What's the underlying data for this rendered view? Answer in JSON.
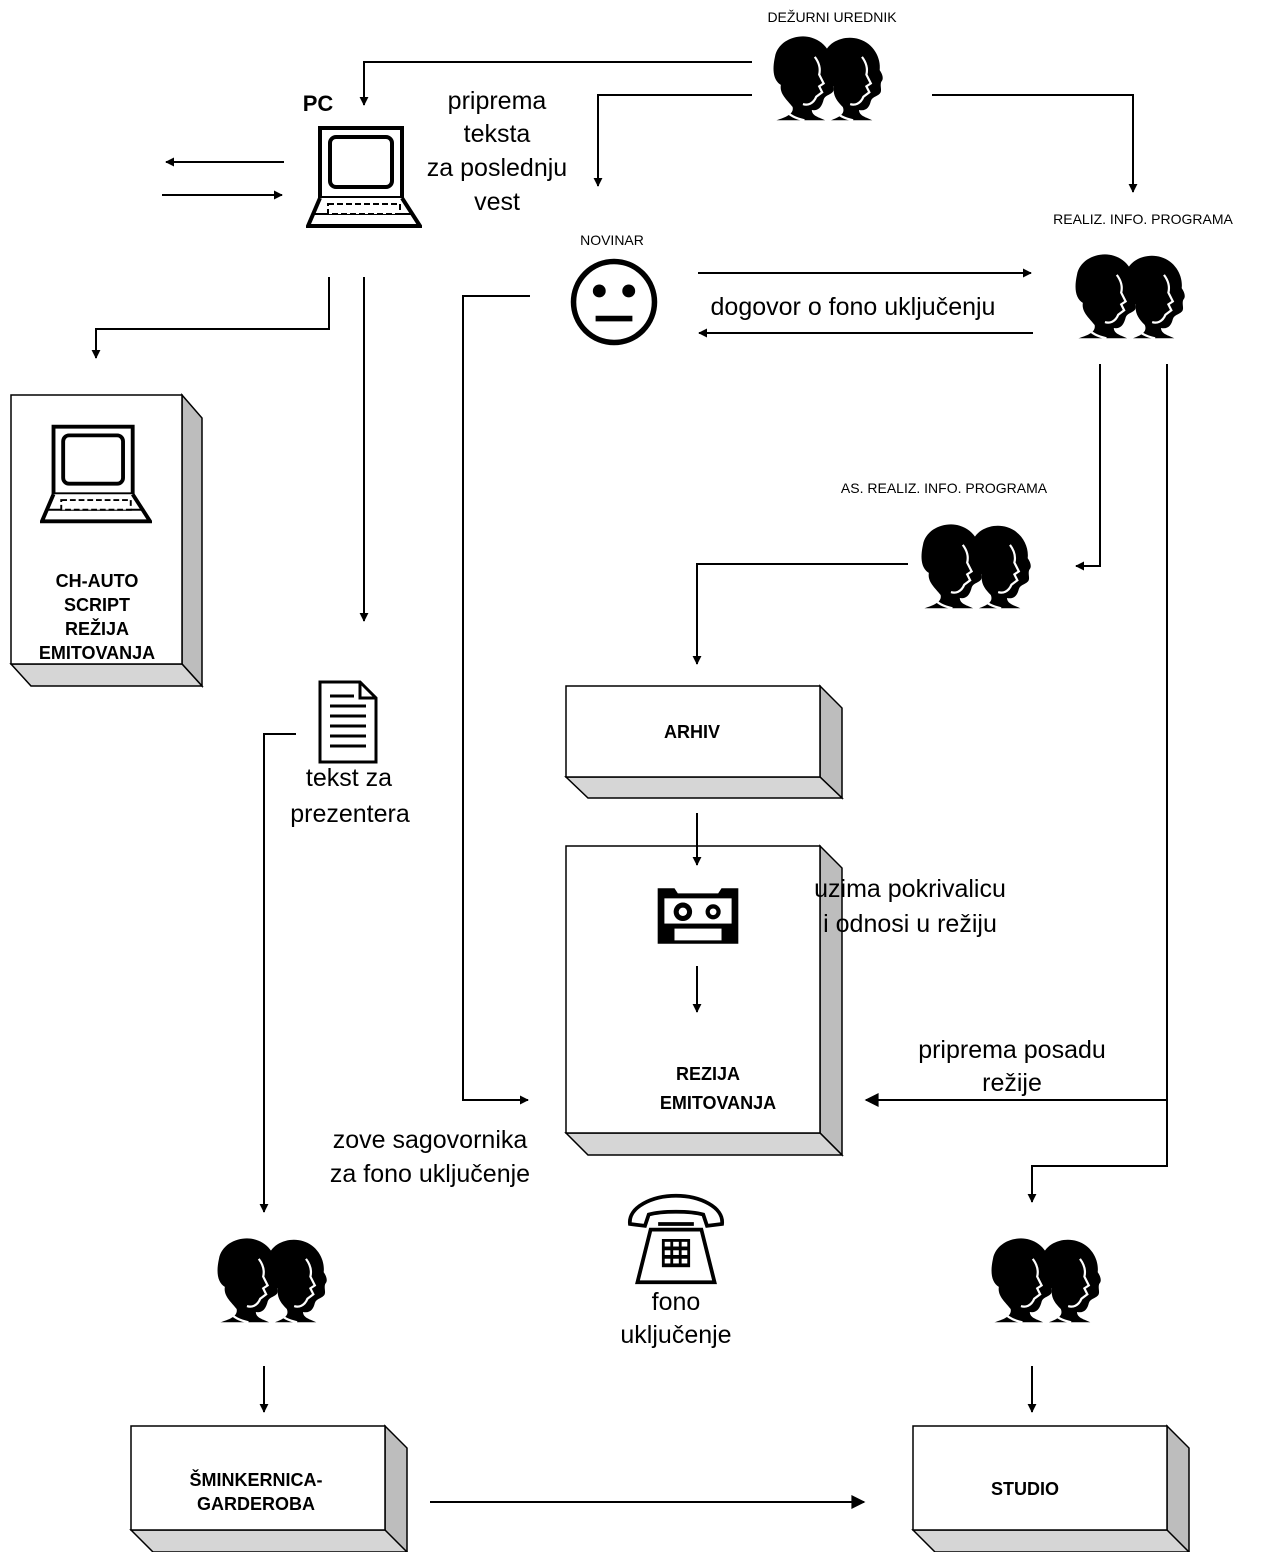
{
  "title": "",
  "roles": {
    "dezurni_urednik": "DEŽURNI UREDNIK",
    "realiz_info_programa": "REALIZ. INFO. PROGRAMA",
    "as_realiz_info_programa": "AS. REALIZ. INFO. PROGRAMA",
    "novinar": "NOVINAR"
  },
  "pc_label": "PC",
  "nodes": {
    "ch_auto": [
      "CH-AUTO",
      "SCRIPT",
      "REŽIJA",
      "EMITOVANJA"
    ],
    "arhiv": [
      "ARHIV"
    ],
    "rezija": [
      "REZIJA",
      "EMITOVANJA"
    ],
    "sminkernica": [
      "ŠMINKERNICA-",
      "GARDEROBA"
    ],
    "studio": [
      "STUDIO"
    ]
  },
  "annotations": {
    "priprema_teksta": [
      "priprema",
      "teksta",
      "za poslednju",
      "vest"
    ],
    "dogovor": "dogovor o fono uključenju",
    "tekst_za_prezentera": [
      "tekst za",
      "prezentera"
    ],
    "uzima": [
      "uzima pokrivalicu",
      "i odnosi u režiju"
    ],
    "priprema_posadu": [
      "priprema posadu",
      "režije"
    ],
    "zove": [
      "zove sagovornika",
      "za fono uključenje"
    ],
    "fono": [
      "fono",
      "uključenje"
    ]
  },
  "icons": {
    "computer": "computer-icon",
    "people": "people-icon",
    "face": "neutral-face-icon",
    "document": "document-icon",
    "tape": "cassette-tape-icon",
    "phone": "telephone-icon"
  }
}
